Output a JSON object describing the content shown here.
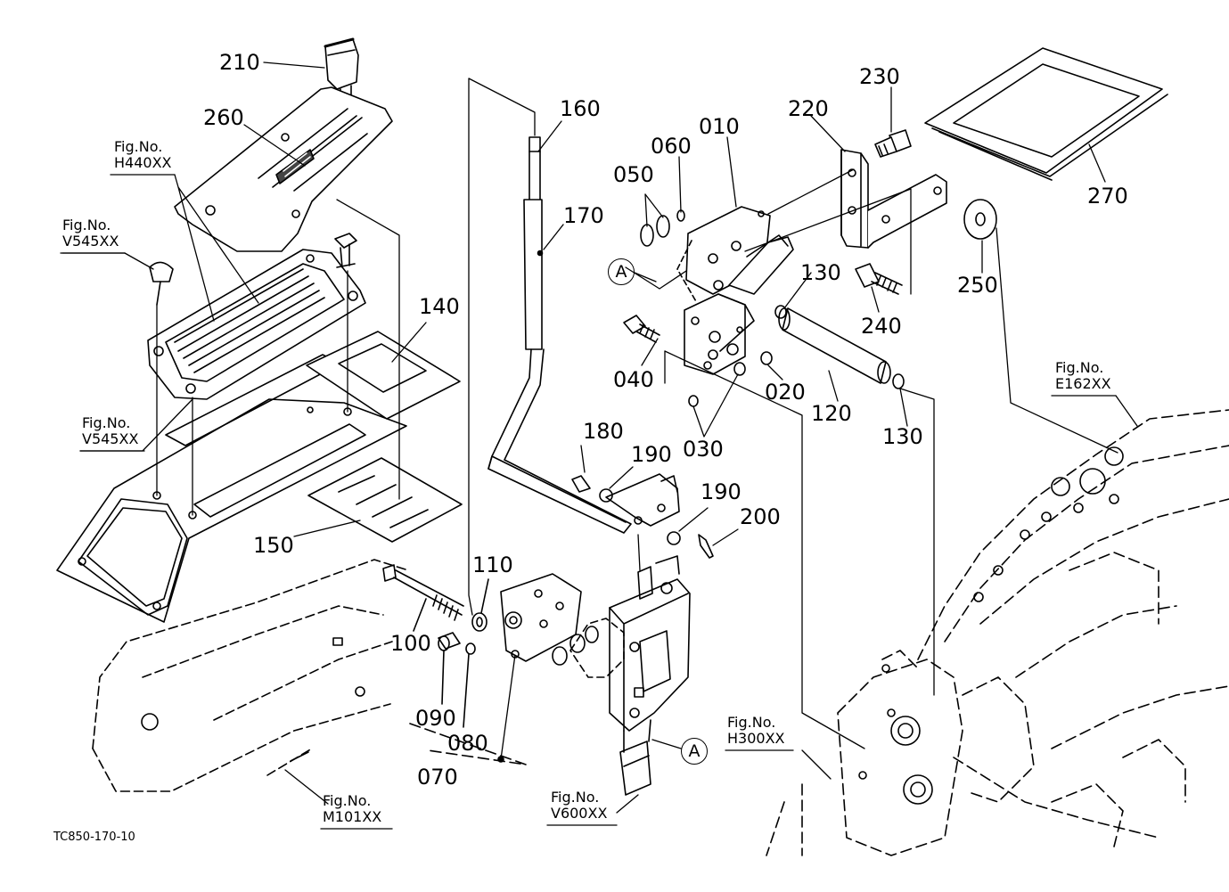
{
  "drawing_code": "TC850-170-10",
  "callout_letter": "A",
  "parts": {
    "p010": "010",
    "p020": "020",
    "p030": "030",
    "p040": "040",
    "p050": "050",
    "p060": "060",
    "p070": "070",
    "p080": "080",
    "p090": "090",
    "p100": "100",
    "p110": "110",
    "p120": "120",
    "p130a": "130",
    "p130b": "130",
    "p140": "140",
    "p150": "150",
    "p160": "160",
    "p170": "170",
    "p180": "180",
    "p190a": "190",
    "p190b": "190",
    "p200": "200",
    "p210": "210",
    "p220": "220",
    "p230": "230",
    "p240": "240",
    "p250": "250",
    "p260": "260",
    "p270": "270"
  },
  "figure_refs": {
    "prefix": "Fig.No.",
    "h440": "H440XX",
    "v545_top": "V545XX",
    "v545_mid": "V545XX",
    "e162": "E162XX",
    "h300": "H300XX",
    "v600": "V600XX",
    "m101": "M101XX"
  }
}
